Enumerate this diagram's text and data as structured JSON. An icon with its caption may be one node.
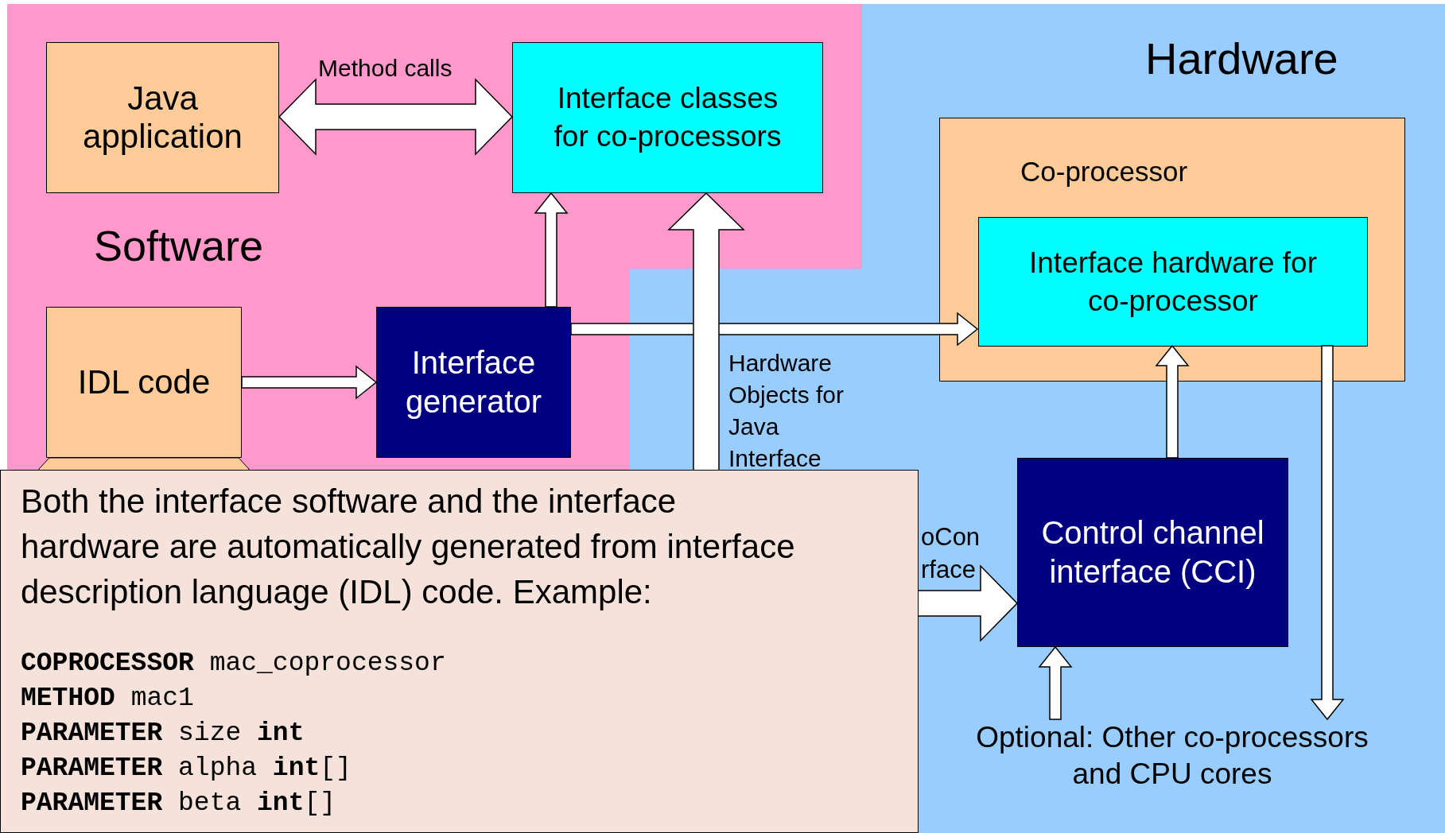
{
  "diagram": {
    "nodes": [
      {
        "text": [
          "Software"
        ]
      },
      {
        "text": [
          "Hardware"
        ]
      },
      {
        "text": [
          "Java application"
        ],
        "in": 0
      },
      {
        "text": [
          "Interface classes for co-processors"
        ],
        "in": 0
      },
      {
        "text": [
          "IDL code"
        ],
        "in": 0
      },
      {
        "text": [
          "Interface generator"
        ],
        "in": 0
      },
      {
        "text": [
          "Co-processor"
        ],
        "in": 1
      },
      {
        "text": [
          "Interface hardware for co-processor"
        ],
        "in": 6
      },
      {
        "text": [
          "Control channel interface (CCI)"
        ],
        "in": 1
      },
      {
        "text": [
          "Optional: Other co-processors and CPU cores"
        ],
        "in": 1
      },
      {
        "text": [
          "Both the interface software and the interface hardware are automatically generated from interface description language (IDL) code. Example:",
          "**COPROCESSOR** mac_coprocessor",
          "**METHOD** mac1",
          "**PARAMETER** size **int**",
          "**PARAMETER** alpha **int**[]",
          "**PARAMETER** beta **int**[]"
        ]
      }
    ],
    "edges": [
      {
        "from": 2,
        "to": 3,
        "arrow": "both",
        "label": "Method calls"
      },
      {
        "from": 4,
        "to": 5,
        "arrow": "to"
      },
      {
        "from": 5,
        "to": 3,
        "arrow": "to"
      },
      {
        "from": 5,
        "to": 7,
        "arrow": "to"
      },
      {
        "from": null,
        "to": 3,
        "arrow": "to"
      },
      {
        "from": null,
        "to": 8,
        "arrow": "to"
      },
      {
        "from": 8,
        "to": 7,
        "arrow": "to"
      },
      {
        "from": 9,
        "to": 8,
        "arrow": "to"
      },
      {
        "from": 7,
        "to": 9,
        "arrow": "to"
      }
    ],
    "labels": [
      "Hardware Objects for Java Interface",
      "oCon",
      "rface"
    ]
  }
}
